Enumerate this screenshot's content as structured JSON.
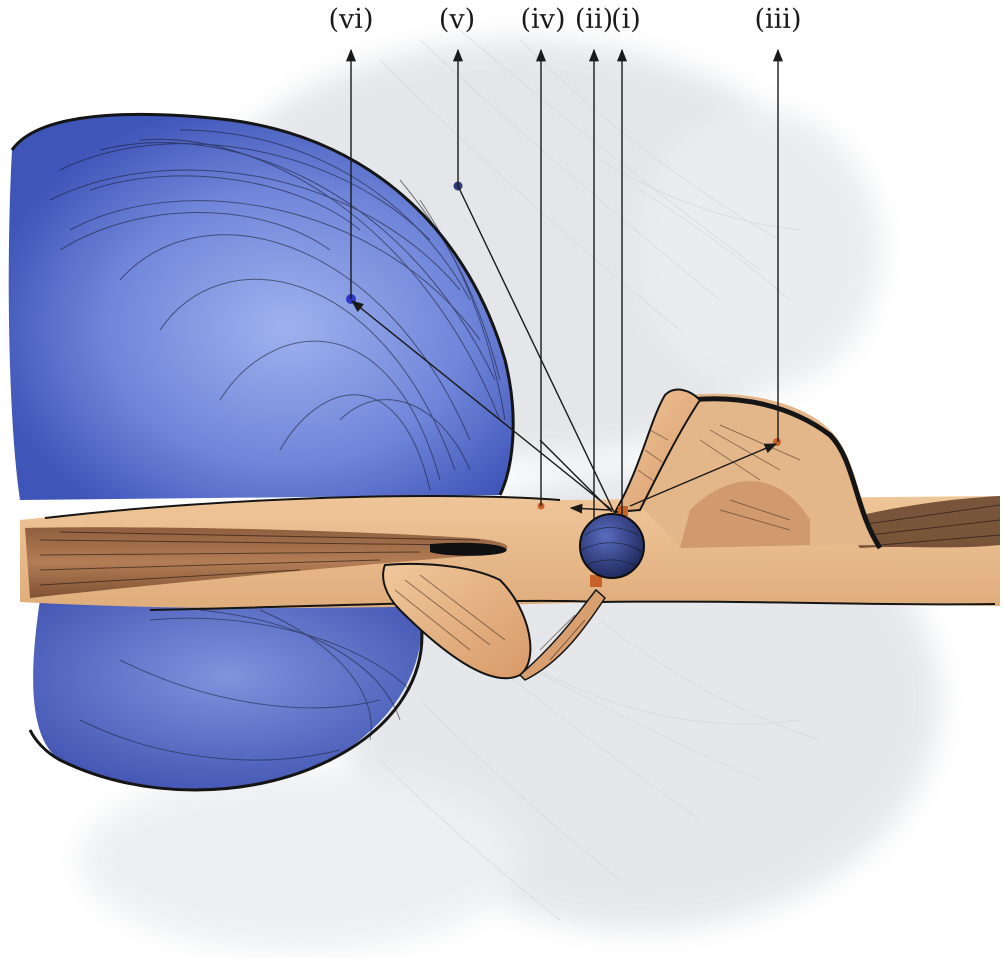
{
  "labels": {
    "i": "(i)",
    "ii": "(ii)",
    "iii": "(iii)",
    "iv": "(iv)",
    "v": "(v)",
    "vi": "(vi)"
  },
  "colors": {
    "lobe_blue": "#6f85d9",
    "lobe_blue_dark": "#4a5fc4",
    "disk_tan": "#e6b98a",
    "disk_brown": "#9a6a46",
    "star": "#2e3f86",
    "marker_orange": "#c8602a",
    "marker_blue": "#3036c8",
    "haze_gray": "#dfe1e4"
  }
}
